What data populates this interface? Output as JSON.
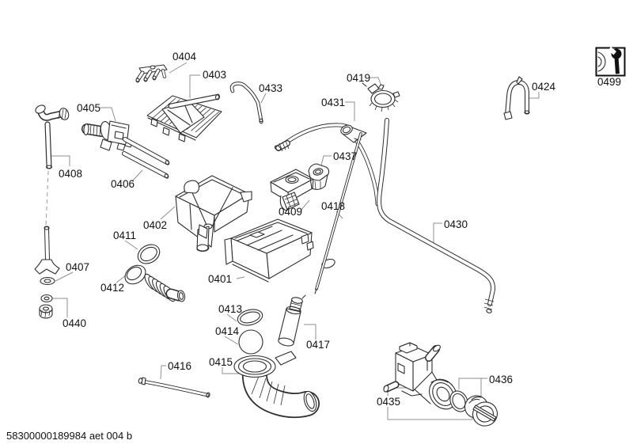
{
  "diagram": {
    "doc_code": "58300000189984 aet 004 b"
  },
  "labels": {
    "p0401": "0401",
    "p0402": "0402",
    "p0403": "0403",
    "p0404": "0404",
    "p0405": "0405",
    "p0406": "0406",
    "p0407": "0407",
    "p0408": "0408",
    "p0409": "0409",
    "p0411": "0411",
    "p0412": "0412",
    "p0413": "0413",
    "p0414": "0414",
    "p0415": "0415",
    "p0416": "0416",
    "p0417": "0417",
    "p0418": "0418",
    "p0419": "0419",
    "p0424": "0424",
    "p0430": "0430",
    "p0431": "0431",
    "p0433": "0433",
    "p0435": "0435",
    "p0436": "0436",
    "p0437": "0437",
    "p0440": "0440",
    "p0499": "0499"
  },
  "colors": {
    "background": "#ffffff",
    "part_line": "#2e2e2e",
    "leader_line": "#8f8f8f",
    "label_text": "#111111"
  }
}
